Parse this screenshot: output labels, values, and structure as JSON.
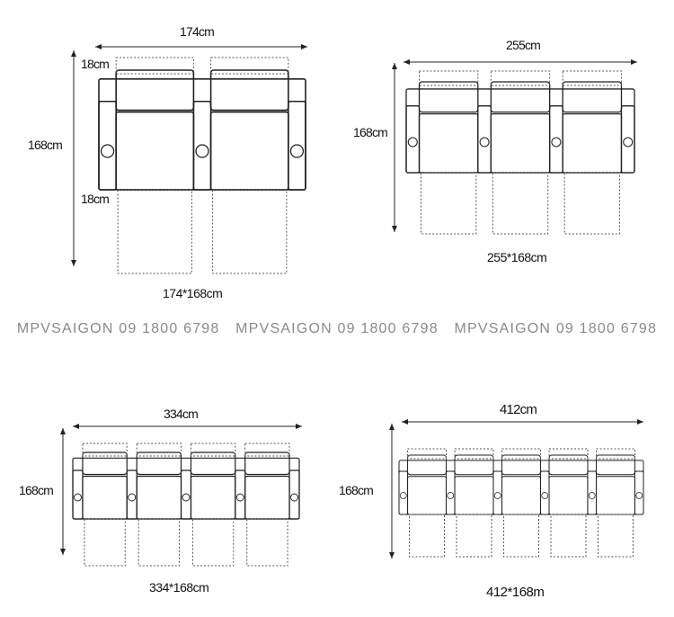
{
  "diagrams": [
    {
      "seats": 2,
      "width_label": "174cm",
      "height_label": "168cm",
      "arm_top_label": "18cm",
      "arm_bottom_label": "18cm",
      "caption": "174*168cm"
    },
    {
      "seats": 3,
      "width_label": "255cm",
      "height_label": "168cm",
      "caption": "255*168cm"
    },
    {
      "seats": 4,
      "width_label": "334cm",
      "height_label": "168cm",
      "caption": "334*168cm"
    },
    {
      "seats": 5,
      "width_label": "412cm",
      "height_label": "168cm",
      "caption": "412*168m"
    }
  ],
  "watermark": [
    "MPVSAIGON 09 1800 6798",
    "MPVSAIGON 09 1800 6798",
    "MPVSAIGON 09 1800 6798"
  ],
  "colors": {
    "line": "#222222",
    "dotted": "#555555",
    "watermark": "#8a8a8a"
  }
}
